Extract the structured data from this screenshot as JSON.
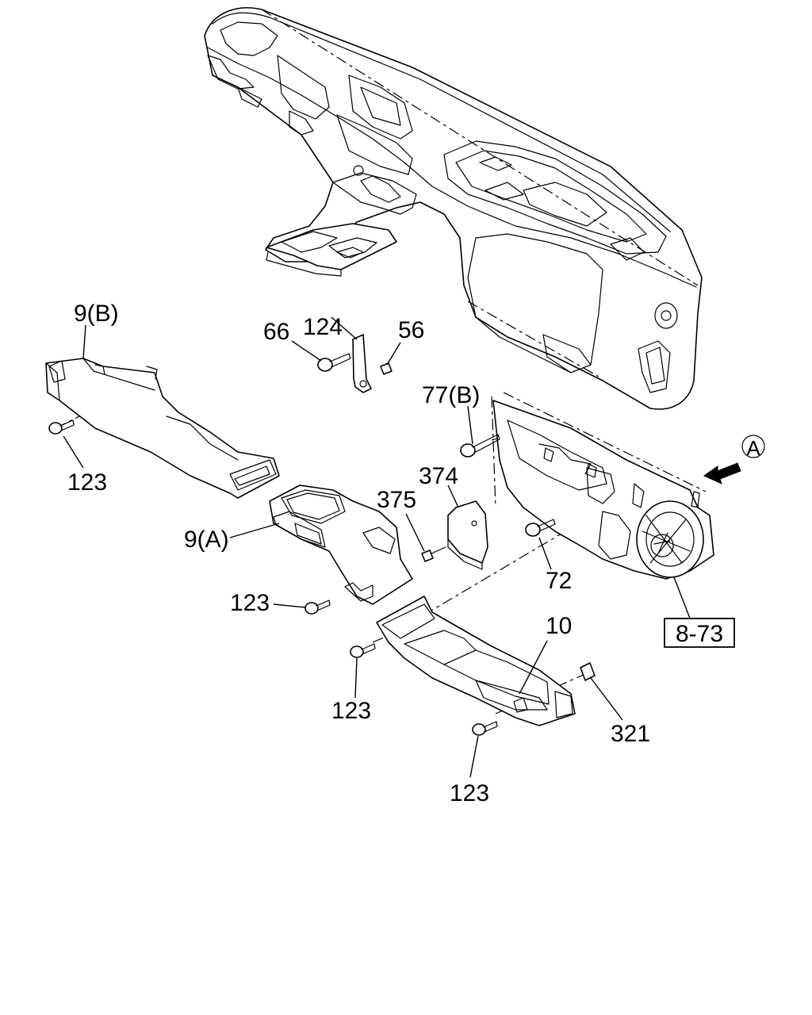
{
  "callouts": {
    "c9b": "9(B)",
    "c124": "124",
    "c66": "66",
    "c56": "56",
    "c123a": "123",
    "c77b": "77(B)",
    "c374": "374",
    "c375": "375",
    "c9a": "9(A)",
    "c72": "72",
    "c123b": "123",
    "c10": "10",
    "c123c": "123",
    "c321": "321",
    "c123d": "123"
  },
  "reference": {
    "box_label": "8-73",
    "view_marker": "A"
  },
  "colors": {
    "line": "#000000",
    "background": "#ffffff"
  }
}
